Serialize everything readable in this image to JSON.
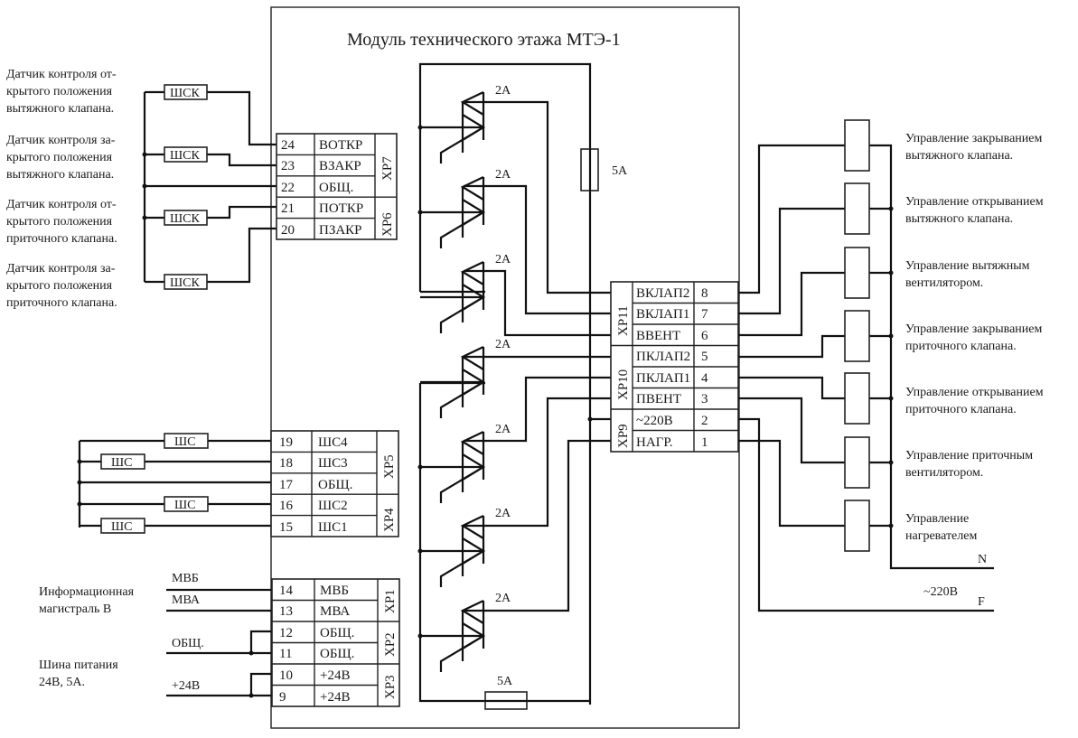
{
  "title": "Модуль технического этажа МТЭ-1",
  "left_sensors": {
    "labels": [
      [
        "Датчик контроля от-",
        "крытого положения",
        "вытяжного клапана."
      ],
      [
        "Датчик контроля за-",
        "крытого положения",
        "вытяжного клапана."
      ],
      [
        "Датчик контроля от-",
        "крытого положения",
        "приточного клапана."
      ],
      [
        "Датчик контроля за-",
        "крытого положения",
        "приточного клапана."
      ]
    ],
    "element": "ШСК"
  },
  "connector_top": {
    "pins": [
      {
        "num": "24",
        "name": "ВОТКР"
      },
      {
        "num": "23",
        "name": "ВЗАКР"
      },
      {
        "num": "22",
        "name": "ОБЩ."
      },
      {
        "num": "21",
        "name": "ПОТКР"
      },
      {
        "num": "20",
        "name": "ПЗАКР"
      }
    ],
    "groups": [
      "ХР7",
      "ХР6"
    ]
  },
  "loops": {
    "element": "ШС",
    "pins": [
      {
        "num": "19",
        "name": "ШС4"
      },
      {
        "num": "18",
        "name": "ШС3"
      },
      {
        "num": "17",
        "name": "ОБЩ."
      },
      {
        "num": "16",
        "name": "ШС2"
      },
      {
        "num": "15",
        "name": "ШС1"
      }
    ],
    "groups": [
      "ХР5",
      "ХР4"
    ]
  },
  "bus": {
    "info_label": [
      "Информационная",
      "магистраль В"
    ],
    "power_label": [
      "Шина питания",
      "24В, 5А."
    ],
    "wire_labels": [
      "МВБ",
      "МВА",
      "ОБЩ.",
      "+24В"
    ],
    "pins": [
      {
        "num": "14",
        "name": "МВБ"
      },
      {
        "num": "13",
        "name": "МВА"
      },
      {
        "num": "12",
        "name": "ОБЩ."
      },
      {
        "num": "11",
        "name": "ОБЩ."
      },
      {
        "num": "10",
        "name": "+24В"
      },
      {
        "num": "9",
        "name": "+24В"
      }
    ],
    "groups": [
      "ХР1",
      "ХР2",
      "ХР3"
    ]
  },
  "triacs": {
    "rating": "2А",
    "count": 7,
    "fuse_top": "5А",
    "fuse_bottom": "5А"
  },
  "connector_right": {
    "pins": [
      {
        "name": "ВКЛАП2",
        "num": "8"
      },
      {
        "name": "ВКЛАП1",
        "num": "7"
      },
      {
        "name": "ВВЕНТ",
        "num": "6"
      },
      {
        "name": "ПКЛАП2",
        "num": "5"
      },
      {
        "name": "ПКЛАП1",
        "num": "4"
      },
      {
        "name": "ПВЕНТ",
        "num": "3"
      },
      {
        "name": "~220В",
        "num": "2"
      },
      {
        "name": "НАГР.",
        "num": "1"
      }
    ],
    "groups": [
      "ХР11",
      "ХР10",
      "ХР9"
    ]
  },
  "outputs": {
    "labels": [
      [
        "Управление закрыванием",
        "вытяжного клапана."
      ],
      [
        "Управление открыванием",
        "вытяжного клапана."
      ],
      [
        "Управление вытяжным",
        "вентилятором."
      ],
      [
        "Управление закрыванием",
        "приточного клапана."
      ],
      [
        "Управление открыванием",
        "приточного клапана."
      ],
      [
        "Управление приточным",
        "вентилятором."
      ],
      [
        "Управление",
        "нагревателем"
      ]
    ],
    "line_n": "N",
    "line_f": "F",
    "supply": "~220В"
  }
}
